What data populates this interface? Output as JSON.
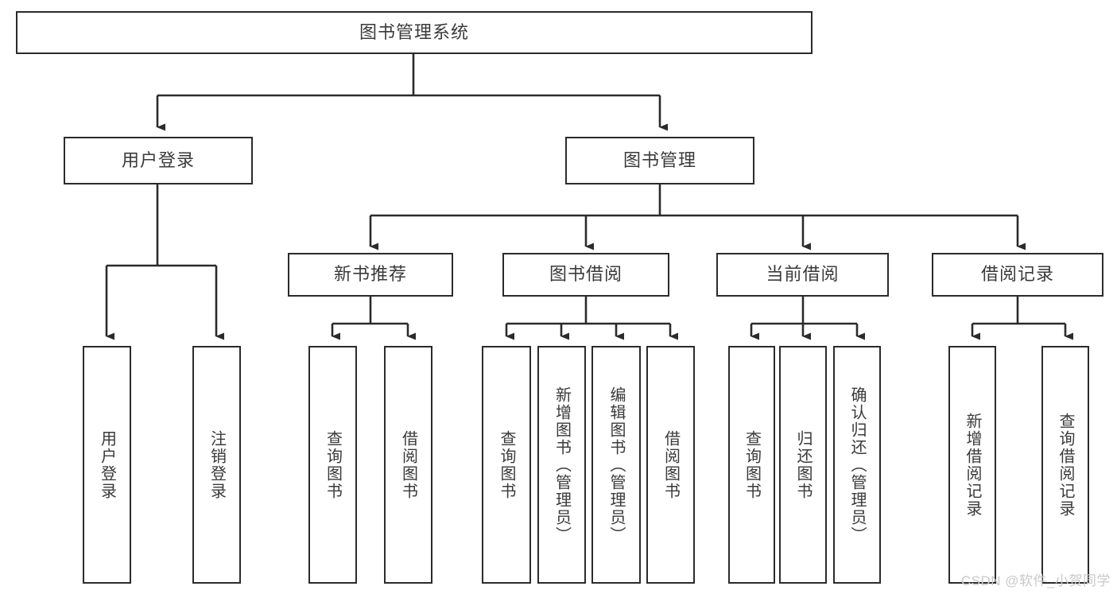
{
  "diagram": {
    "type": "tree",
    "title": "图书管理系统",
    "watermark": "CSDN @软件_小贺同学",
    "colors": {
      "box_border": "#2b2b2b",
      "box_fill": "#ffffff",
      "connector": "#2b2b2b",
      "text": "#3a3a3a",
      "watermark": "#c9c9c9",
      "background": "#ffffff"
    },
    "nodes": {
      "root": {
        "label": "图书管理系统"
      },
      "level1": [
        {
          "label": "用户登录"
        },
        {
          "label": "图书管理"
        }
      ],
      "level2": [
        {
          "label": "新书推荐"
        },
        {
          "label": "图书借阅"
        },
        {
          "label": "当前借阅"
        },
        {
          "label": "借阅记录"
        }
      ],
      "leaves": {
        "user_login": [
          {
            "label": "用户登录"
          },
          {
            "label": "注销登录"
          }
        ],
        "new_book": [
          {
            "label": "查询图书"
          },
          {
            "label": "借阅图书"
          }
        ],
        "book_borrow": [
          {
            "label": "查询图书"
          },
          {
            "label": "新增图书（管理员）"
          },
          {
            "label": "编辑图书（管理员）"
          },
          {
            "label": "借阅图书"
          }
        ],
        "current_borrow": [
          {
            "label": "查询图书"
          },
          {
            "label": "归还图书"
          },
          {
            "label": "确认归还（管理员）"
          }
        ],
        "borrow_record": [
          {
            "label": "新增借阅记录"
          },
          {
            "label": "查询借阅记录"
          }
        ]
      }
    }
  }
}
